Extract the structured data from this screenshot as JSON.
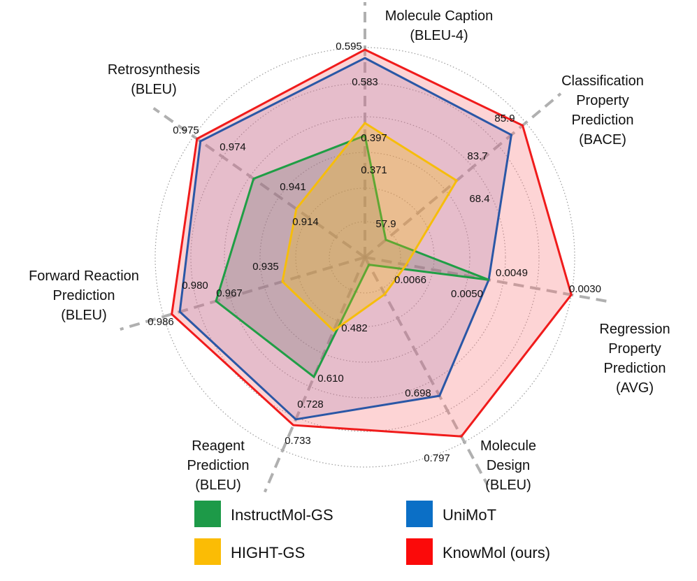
{
  "chart_data": {
    "type": "radar",
    "axes": [
      {
        "label": [
          "Molecule Caption",
          "(BLEU-4)"
        ]
      },
      {
        "label": [
          "Classification",
          "Property",
          "Prediction",
          "(BACE)"
        ]
      },
      {
        "label": [
          "Regression",
          "Property",
          "Prediction",
          "(AVG)"
        ]
      },
      {
        "label": [
          "Molecule",
          "Design",
          "(BLEU)"
        ]
      },
      {
        "label": [
          "Reagent",
          "Prediction",
          "(BLEU)"
        ]
      },
      {
        "label": [
          "Forward Reaction",
          "Prediction",
          "(BLEU)"
        ]
      },
      {
        "label": [
          "Retrosynthesis",
          "(BLEU)"
        ]
      }
    ],
    "series": [
      {
        "name": "InstructMol-GS",
        "color": "#1f9e45",
        "fill": "rgba(120,120,120,0.30)",
        "values": [
          0.371,
          57.9,
          0.005,
          0.0066,
          0.61,
          0.967,
          0.941
        ],
        "radial": [
          0.58,
          0.13,
          0.6,
          0.04,
          0.62,
          0.74,
          0.65
        ]
      },
      {
        "name": "HIGHT-GS",
        "color": "#f6bd0b",
        "fill": "rgba(246,189,11,0.30)",
        "values": [
          0.397,
          68.4,
          0.0066,
          0.0066,
          0.482,
          0.935,
          0.914
        ],
        "radial": [
          0.64,
          0.57,
          0.2,
          0.2,
          0.38,
          0.41,
          0.4
        ]
      },
      {
        "name": "UniMoT",
        "color": "#2a57a6",
        "fill": "rgba(150,110,170,0.22)",
        "values": [
          0.583,
          83.7,
          0.005,
          0.698,
          0.728,
          0.98,
          0.974
        ],
        "radial": [
          0.95,
          0.91,
          0.6,
          0.75,
          0.84,
          0.92,
          0.96
        ]
      },
      {
        "name": "KnowMol (ours)",
        "color": "#f01b1b",
        "fill": "rgba(250,120,125,0.32)",
        "values": [
          0.595,
          85.9,
          0.003,
          0.797,
          0.733,
          0.986,
          0.975
        ],
        "radial": [
          0.99,
          0.98,
          1.0,
          0.97,
          0.87,
          0.96,
          0.98
        ]
      }
    ],
    "value_labels": [
      [
        "0.595",
        "0.583",
        "0.397",
        "0.371"
      ],
      [
        "85.9",
        "83.7",
        "68.4",
        "57.9"
      ],
      [
        "0.0030",
        "0.0049",
        "0.0050",
        "0.0066"
      ],
      [
        "0.797",
        "0.698"
      ],
      [
        "0.733",
        "0.728",
        "0.610",
        "0.482"
      ],
      [
        "0.986",
        "0.980",
        "0.967",
        "0.935"
      ],
      [
        "0.975",
        "0.974",
        "0.941",
        "0.914"
      ]
    ],
    "grid": true,
    "legend_position": "bottom"
  }
}
